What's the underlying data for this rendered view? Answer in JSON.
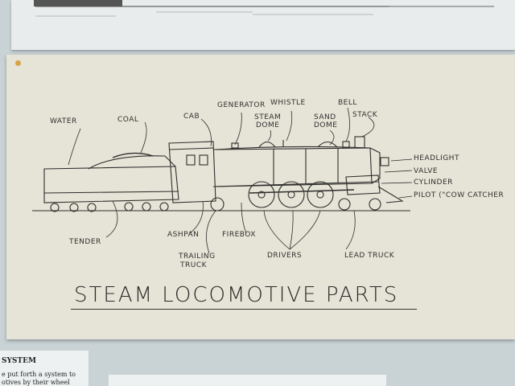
{
  "labels": {
    "water": "WATER",
    "coal": "COAL",
    "cab": "CAB",
    "generator": "GENERATOR",
    "whistle": "WHISTLE",
    "bell": "BELL",
    "steam_dome": [
      "STEAM",
      "DOME"
    ],
    "sand_dome": [
      "SAND",
      "DOME"
    ],
    "stack": "STACK",
    "headlight": "HEADLIGHT",
    "valve": "VALVE",
    "cylinder": "CYLINDER",
    "pilot": "PILOT (\"COW CATCHER",
    "tender": "TENDER",
    "ashpan": "ASHPAN",
    "firebox": "FIREBOX",
    "trailing_truck": [
      "TRAILING",
      "TRUCK"
    ],
    "drivers": "DRIVERS",
    "lead_truck": "LEAD TRUCK"
  },
  "title": "STEAM LOCOMOTIVE PARTS",
  "caption": {
    "heading": "SYSTEM",
    "lines": [
      "e put forth a system to",
      "otives by their wheel"
    ]
  },
  "colors": {
    "wall": "#c9d3d6",
    "paper": "#e6e4d6",
    "ink": "#2a2a2a",
    "pin": "#d8a34a"
  }
}
